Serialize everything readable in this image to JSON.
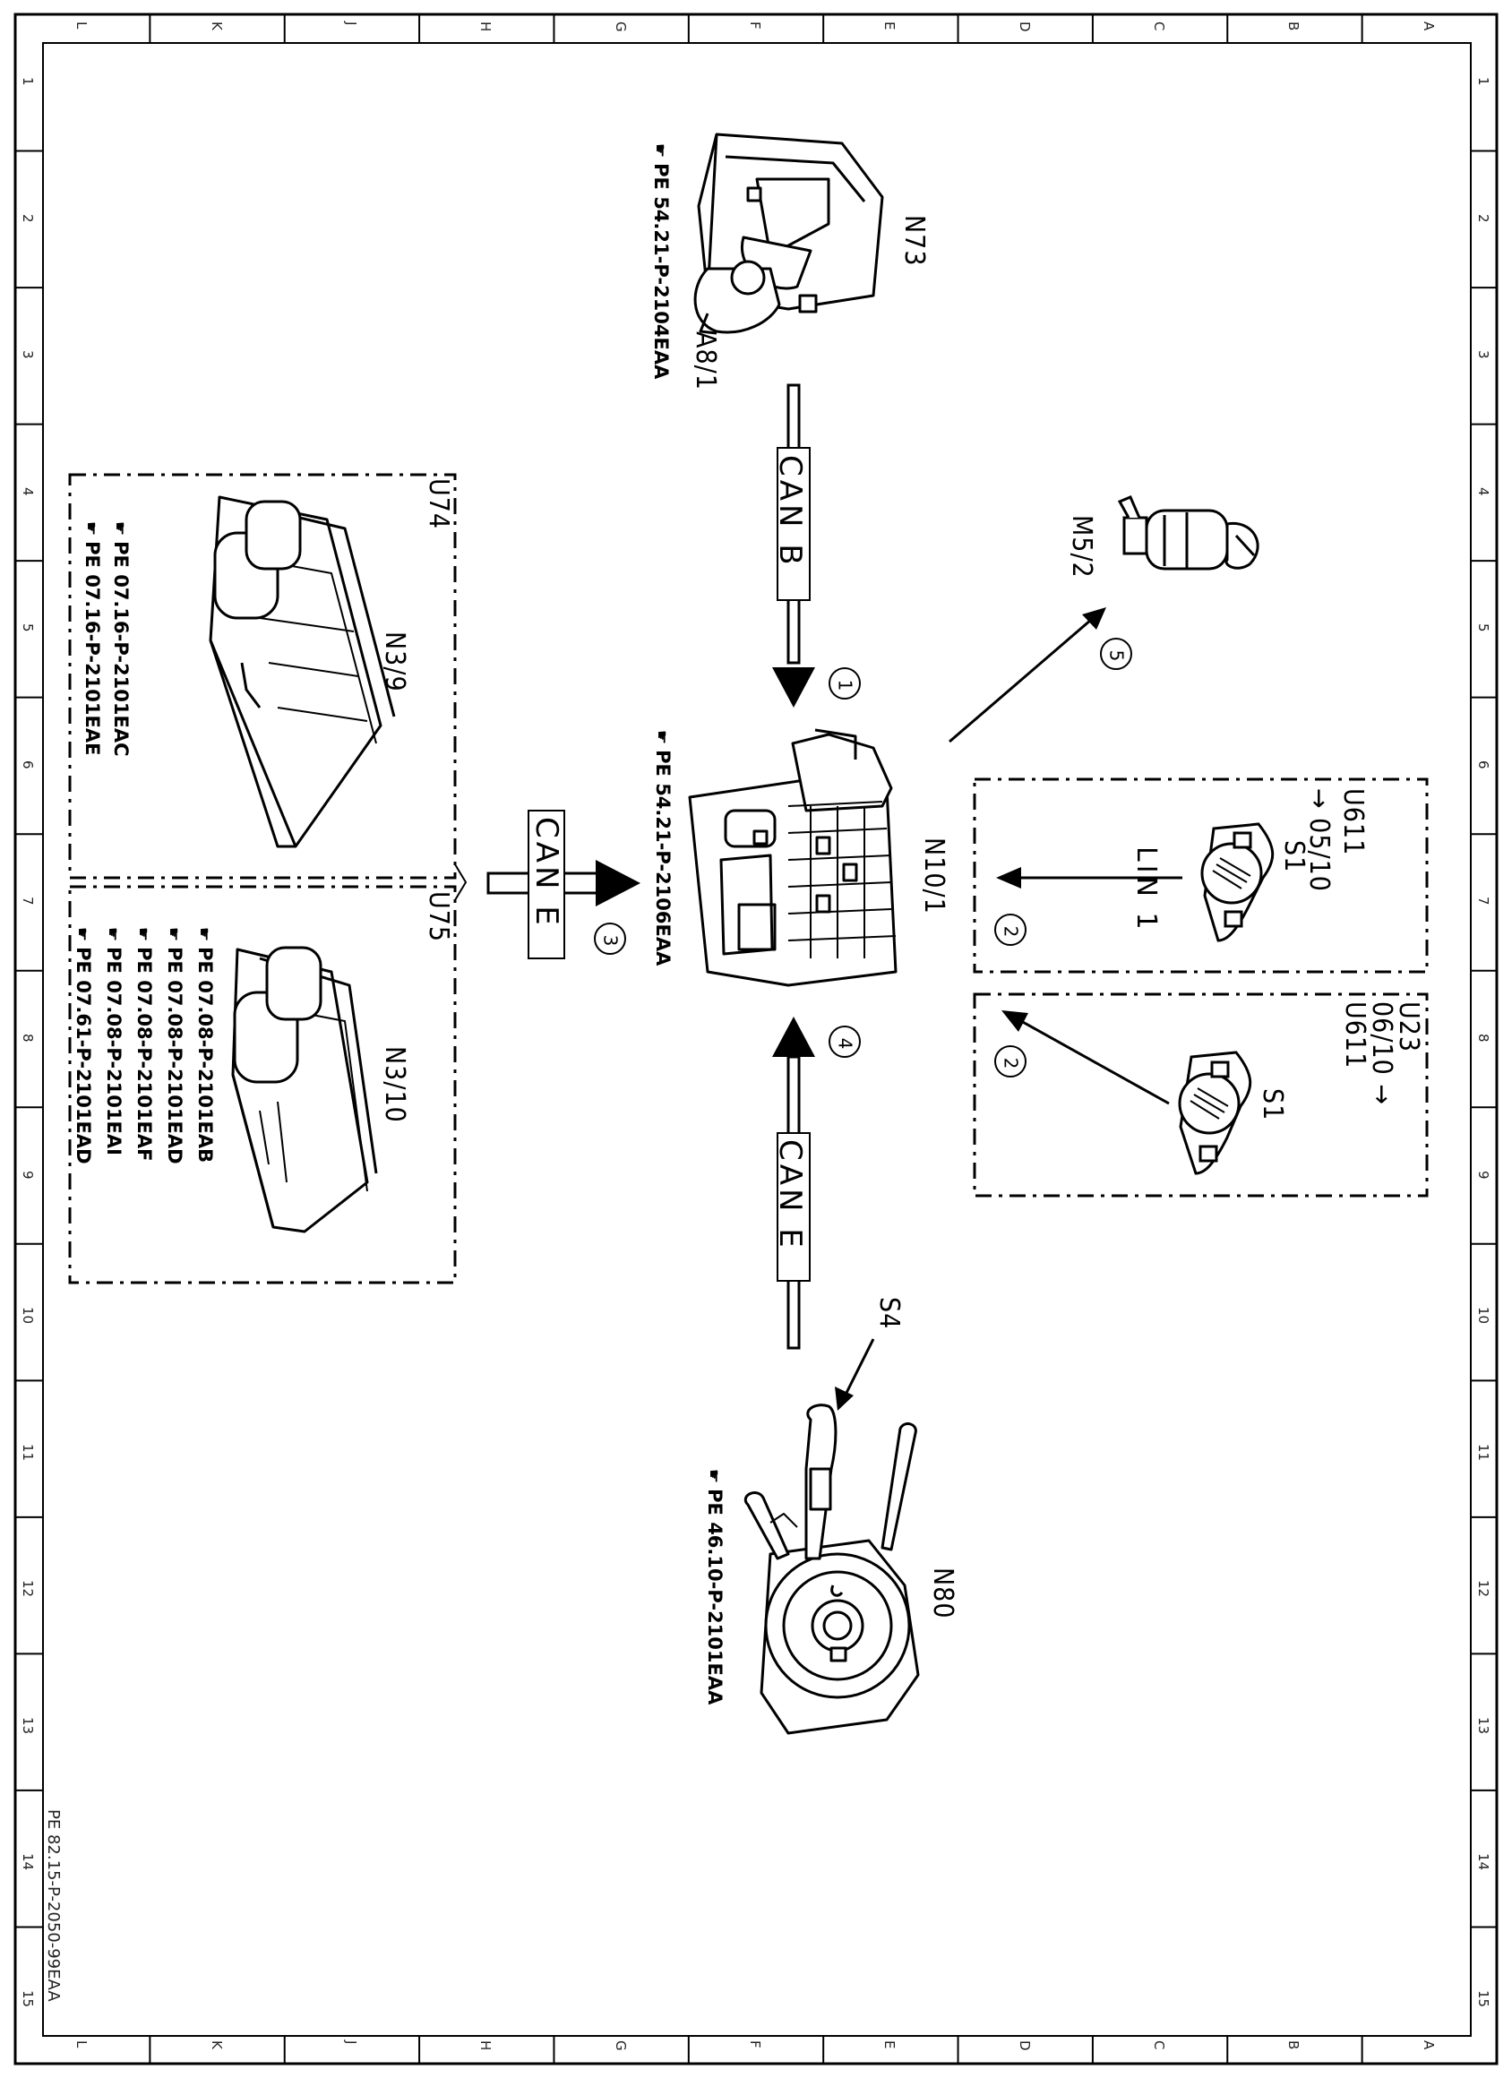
{
  "frame": {
    "col_letters": [
      "L",
      "K",
      "J",
      "H",
      "G",
      "F",
      "E",
      "D",
      "C",
      "B",
      "A"
    ],
    "row_numbers": [
      "1",
      "2",
      "3",
      "4",
      "5",
      "6",
      "7",
      "8",
      "9",
      "10",
      "11",
      "12",
      "13",
      "14",
      "15"
    ],
    "doc_id": "PE 82.15-P-2050-99EAA"
  },
  "components": {
    "n73": "N73",
    "a8_1": "A8/1",
    "m5_2": "M5/2",
    "n10_1": "N10/1",
    "u611_a": "U611",
    "u611_a_model": "→ 05/10",
    "s1_a": "S1",
    "u23": "U23",
    "u611_b_model": "06/10 →",
    "u611_b": "U611",
    "s1_b": "S1",
    "n80": "N80",
    "s4": "S4",
    "u74": "U74",
    "n3_9": "N3/9",
    "u75": "U75",
    "n3_10": "N3/10"
  },
  "references": {
    "n73": "PE 54.21-P-2104EAA",
    "n10_1": "PE 54.21-P-2106EAA",
    "n80": "PE 46.10-P-2101EAA",
    "u74": [
      "PE 07.16-P-2101EAC",
      "PE 07.16-P-2101EAE"
    ],
    "u75": [
      "PE 07.08-P-2101EAB",
      "PE 07.08-P-2101EAD",
      "PE 07.08-P-2101EAF",
      "PE 07.08-P-2101EAI",
      "PE 07.61-P-2101EAD"
    ]
  },
  "buses": {
    "can_b": "CAN B",
    "can_e_left": "CAN E",
    "can_e_bottom": "CAN E",
    "lin_1": "LIN 1"
  },
  "callouts": [
    "1",
    "2",
    "2",
    "3",
    "4",
    "5"
  ],
  "icons": {
    "reference": "pointing-hand-book-icon"
  }
}
